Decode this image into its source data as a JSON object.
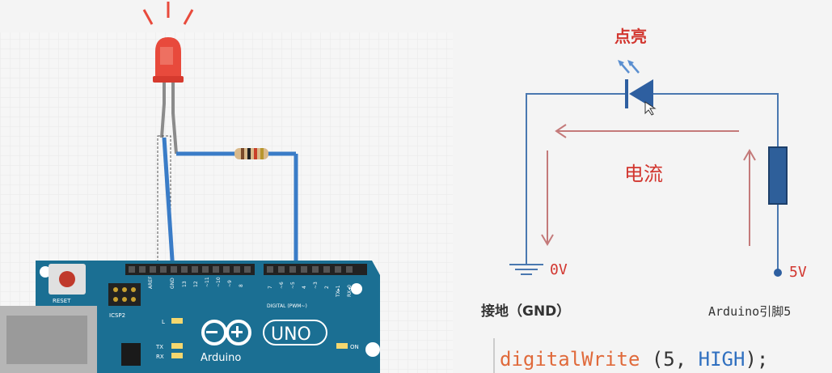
{
  "colors": {
    "board": "#1b6f93",
    "wire_blue": "#3a7cc7",
    "led_red": "#e84a3c",
    "circuit_line": "#4a78b0",
    "current_arrow": "#c47a7a",
    "text_red": "#d2362f",
    "code_orange": "#e06a3b",
    "code_blue": "#3070c0"
  },
  "breadboard": {
    "led_label_icon": "led-icon",
    "resistor_icon": "resistor-icon",
    "board": {
      "reset_label": "RESET",
      "icsp_label": "ICSP2",
      "aref_label": "AREF",
      "gnd_label": "GND",
      "digital_label": "DIGITAL (PWM~)",
      "l_label": "L",
      "tx_label": "TX",
      "rx_label": "RX",
      "on_label": "ON",
      "logo_uno": "UNO",
      "logo_arduino": "Arduino",
      "pin_labels_left": [
        "13",
        "12",
        "~11",
        "~10",
        "~9",
        "8"
      ],
      "pin_labels_right": [
        "7",
        "~6",
        "~5",
        "4",
        "~3",
        "2",
        "TX▸1",
        "RX◂0"
      ]
    }
  },
  "schematic": {
    "led_state": "点亮",
    "current_label": "电流",
    "gnd_voltage": "0V",
    "pin_voltage": "5V",
    "gnd_caption": "接地（GND）",
    "pin_caption": "Arduino引脚5"
  },
  "code": {
    "func": "digitalWrite",
    "open": " (5, ",
    "arg": "HIGH",
    "close": ");"
  }
}
